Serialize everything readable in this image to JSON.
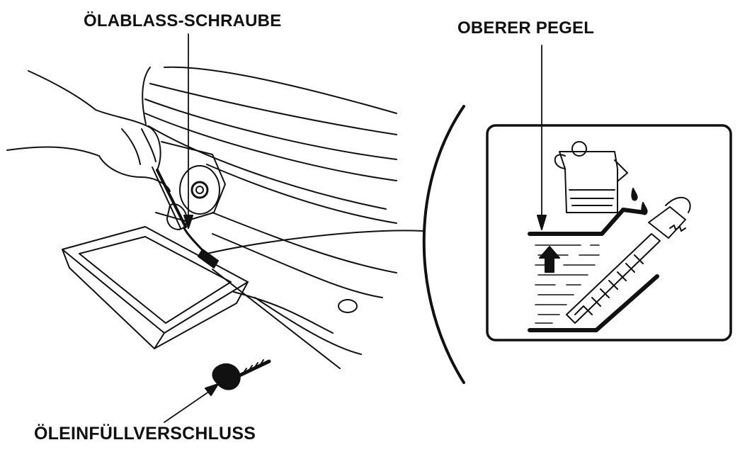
{
  "labels": {
    "drain_bolt": "ÖLABLASS-SCHRAUBE",
    "upper_level": "OBERER PEGEL",
    "filler_cap": "ÖLEINFÜLLVERSCHLUSS"
  },
  "colors": {
    "line": "#111111",
    "background": "#ffffff"
  }
}
